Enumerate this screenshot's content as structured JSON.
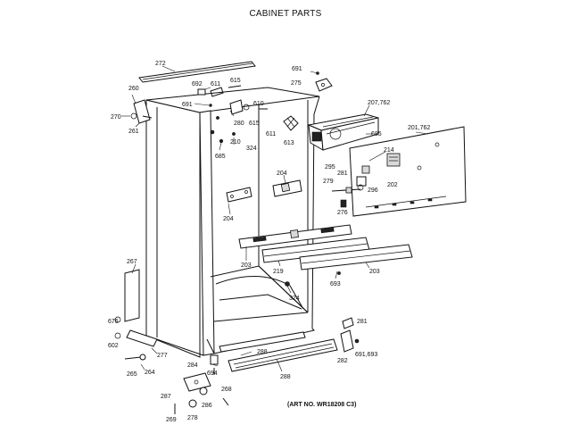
{
  "title": "CABINET PARTS",
  "art_number": "(ART NO. WR18208 C3)",
  "callouts": {
    "c272": "272",
    "c691a": "691",
    "c275": "275",
    "c260": "260",
    "c270": "270",
    "c261": "261",
    "c692": "692",
    "c611a": "611",
    "c615a": "615",
    "c691b": "691",
    "c610": "610",
    "c280": "280",
    "c615b": "615",
    "c611b": "611",
    "c613": "613",
    "c210": "210",
    "c685a": "685",
    "c324a": "324",
    "c207": "207,762",
    "c201": "201,762",
    "c685b": "685",
    "c214": "214",
    "c295": "295",
    "c281a": "281",
    "c202": "202",
    "c296": "296",
    "c279": "279",
    "c276": "276",
    "c204a": "204",
    "c204b": "204",
    "c203a": "203",
    "c219": "219",
    "c203b": "203",
    "c693a": "693",
    "c267": "267",
    "c324b": "324",
    "c676": "676",
    "c602": "602",
    "c277": "277",
    "c265": "265",
    "c264": "264",
    "c284": "284",
    "c694": "694",
    "c288a": "288",
    "c288b": "288",
    "c281b": "281",
    "c282": "282",
    "c691c": "691,693",
    "c287": "287",
    "c268": "268",
    "c286": "286",
    "c269": "269",
    "c278": "278"
  }
}
